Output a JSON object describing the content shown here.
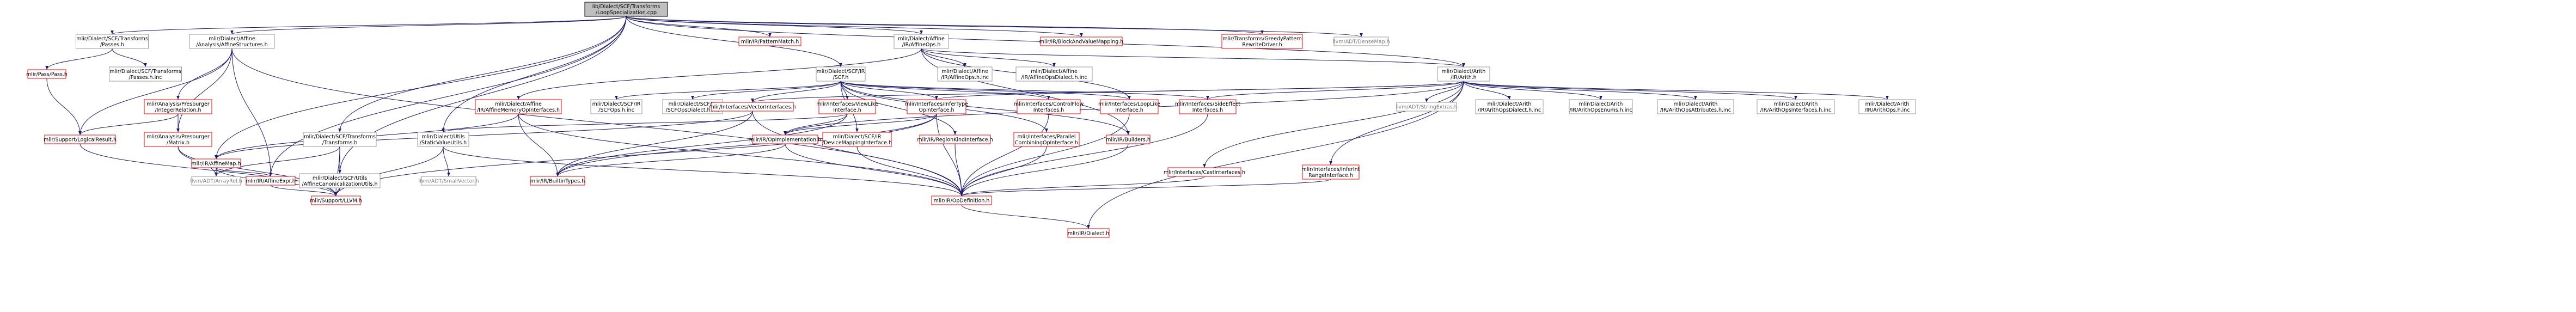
{
  "colors": {
    "root_fill": "#bfbfbf",
    "root_stroke": "#000000",
    "box_fill": "#ffffff",
    "gray_stroke": "#999999",
    "red_stroke": "#ff0000",
    "text_default": "#000000",
    "text_ext": "#7f7f7f",
    "edge": "#191970"
  },
  "nodes": [
    {
      "id": "root",
      "style": "root",
      "lines": [
        "lib/Dialect/SCF/Transforms",
        "/LoopSpecialization.cpp"
      ]
    },
    {
      "id": "scf_passes",
      "style": "gray",
      "lines": [
        "mlir/Dialect/SCF/Transforms",
        "/Passes.h"
      ]
    },
    {
      "id": "pass",
      "style": "red",
      "lines": [
        "mlir/Pass/Pass.h"
      ]
    },
    {
      "id": "scf_passes_inc",
      "style": "gray",
      "lines": [
        "mlir/Dialect/SCF/Transforms",
        "/Passes.h.inc"
      ]
    },
    {
      "id": "affine_struct",
      "style": "gray",
      "lines": [
        "mlir/Dialect/Affine",
        "/Analysis/AffineStructures.h"
      ]
    },
    {
      "id": "presb_intrel",
      "style": "red",
      "lines": [
        "mlir/Analysis/Presburger",
        "/IntegerRelation.h"
      ]
    },
    {
      "id": "presb_matrix",
      "style": "red",
      "lines": [
        "mlir/Analysis/Presburger",
        "/Matrix.h"
      ]
    },
    {
      "id": "logical_result",
      "style": "red",
      "lines": [
        "mlir/Support/LogicalResult.h"
      ]
    },
    {
      "id": "array_ref",
      "style": "ext",
      "lines": [
        "llvm/ADT/ArrayRef.h"
      ]
    },
    {
      "id": "support_llvm",
      "style": "red",
      "lines": [
        "mlir/Support/LLVM.h"
      ]
    },
    {
      "id": "affine_expr",
      "style": "red",
      "lines": [
        "mlir/IR/AffineExpr.h"
      ]
    },
    {
      "id": "affine_map",
      "style": "red",
      "lines": [
        "mlir/IR/AffineMap.h"
      ]
    },
    {
      "id": "scf_transforms",
      "style": "gray",
      "lines": [
        "mlir/Dialect/SCF/Transforms",
        "/Transforms.h"
      ]
    },
    {
      "id": "scf_utils",
      "style": "gray",
      "lines": [
        "mlir/Dialect/SCF/Utils",
        "/AffineCanonicalizationUtils.h"
      ]
    },
    {
      "id": "static_value_utils",
      "style": "gray",
      "lines": [
        "mlir/Dialect/Utils",
        "/StaticValueUtils.h"
      ]
    },
    {
      "id": "small_vector",
      "style": "ext",
      "lines": [
        "llvm/ADT/SmallVector.h"
      ]
    },
    {
      "id": "builtin_types",
      "style": "red",
      "lines": [
        "mlir/IR/BuiltinTypes.h"
      ]
    },
    {
      "id": "op_definition",
      "style": "red",
      "lines": [
        "mlir/IR/OpDefinition.h"
      ]
    },
    {
      "id": "dialect",
      "style": "red",
      "lines": [
        "mlir/IR/Dialect.h"
      ]
    },
    {
      "id": "pattern_match",
      "style": "red",
      "lines": [
        "mlir/IR/PatternMatch.h"
      ]
    },
    {
      "id": "affine_ops",
      "style": "gray",
      "lines": [
        "mlir/Dialect/Affine",
        "/IR/AffineOps.h"
      ]
    },
    {
      "id": "block_and_value_mapping",
      "style": "red",
      "lines": [
        "mlir/IR/BlockAndValueMapping.h"
      ]
    },
    {
      "id": "greedy_rewrite",
      "style": "red",
      "lines": [
        "mlir/Transforms/GreedyPattern",
        "RewriteDriver.h"
      ]
    },
    {
      "id": "dense_map",
      "style": "ext",
      "lines": [
        "llvm/ADT/DenseMap.h"
      ]
    },
    {
      "id": "scf_h",
      "style": "gray",
      "lines": [
        "mlir/Dialect/SCF/IR",
        "/SCF.h"
      ]
    },
    {
      "id": "affine_ops_inc",
      "style": "gray",
      "lines": [
        "mlir/Dialect/Affine",
        "/IR/AffineOps.h.inc"
      ]
    },
    {
      "id": "affine_ops_dialect_inc",
      "style": "gray",
      "lines": [
        "mlir/Dialect/Affine",
        "/IR/AffineOpsDialect.h.inc"
      ]
    },
    {
      "id": "arith_h",
      "style": "gray",
      "lines": [
        "mlir/Dialect/Arith",
        "/IR/Arith.h"
      ]
    },
    {
      "id": "affine_mem_op_ifaces",
      "style": "red",
      "lines": [
        "mlir/Dialect/Affine",
        "/IR/AffineMemoryOpInterfaces.h"
      ]
    },
    {
      "id": "scf_ops_inc",
      "style": "gray",
      "lines": [
        "mlir/Dialect/SCF/IR",
        "/SCFOps.h.inc"
      ]
    },
    {
      "id": "scf_ops_dialect_inc",
      "style": "gray",
      "lines": [
        "mlir/Dialect/SCF/IR",
        "/SCFOpsDialect.h.inc"
      ]
    },
    {
      "id": "vector_ifaces",
      "style": "red",
      "lines": [
        "mlir/Interfaces/VectorInterfaces.h"
      ]
    },
    {
      "id": "viewlike_iface",
      "style": "red",
      "lines": [
        "mlir/Interfaces/ViewLike",
        "Interface.h"
      ]
    },
    {
      "id": "infer_type_iface",
      "style": "red",
      "lines": [
        "mlir/Interfaces/InferType",
        "OpInterface.h"
      ]
    },
    {
      "id": "op_impl",
      "style": "red",
      "lines": [
        "mlir/IR/OpImplementation.h"
      ]
    },
    {
      "id": "device_mapping_iface",
      "style": "red",
      "lines": [
        "mlir/Dialect/SCF/IR",
        "/DeviceMappingInterface.h"
      ]
    },
    {
      "id": "region_kind_iface",
      "style": "red",
      "lines": [
        "mlir/IR/RegionKindInterface.h"
      ]
    },
    {
      "id": "parallel_combining_iface",
      "style": "red",
      "lines": [
        "mlir/Interfaces/Parallel",
        "CombiningOpInterface.h"
      ]
    },
    {
      "id": "control_flow_ifaces",
      "style": "red",
      "lines": [
        "mlir/Interfaces/ControlFlow",
        "Interfaces.h"
      ]
    },
    {
      "id": "builders",
      "style": "red",
      "lines": [
        "mlir/IR/Builders.h"
      ]
    },
    {
      "id": "looplike_iface",
      "style": "red",
      "lines": [
        "mlir/Interfaces/LoopLike",
        "Interface.h"
      ]
    },
    {
      "id": "side_effect_ifaces",
      "style": "red",
      "lines": [
        "mlir/Interfaces/SideEffect",
        "Interfaces.h"
      ]
    },
    {
      "id": "cast_ifaces",
      "style": "red",
      "lines": [
        "mlir/Interfaces/CastInterfaces.h"
      ]
    },
    {
      "id": "infer_int_range_iface",
      "style": "red",
      "lines": [
        "mlir/Interfaces/InferInt",
        "RangeInterface.h"
      ]
    },
    {
      "id": "string_extras",
      "style": "ext",
      "lines": [
        "llvm/ADT/StringExtras.h"
      ]
    },
    {
      "id": "arith_ops_dialect_inc",
      "style": "gray",
      "lines": [
        "mlir/Dialect/Arith",
        "/IR/ArithOpsDialect.h.inc"
      ]
    },
    {
      "id": "arith_ops_enums_inc",
      "style": "gray",
      "lines": [
        "mlir/Dialect/Arith",
        "/IR/ArithOpsEnums.h.inc"
      ]
    },
    {
      "id": "arith_ops_attrs_inc",
      "style": "gray",
      "lines": [
        "mlir/Dialect/Arith",
        "/IR/ArithOpsAttributes.h.inc"
      ]
    },
    {
      "id": "arith_ops_ifaces_inc",
      "style": "gray",
      "lines": [
        "mlir/Dialect/Arith",
        "/IR/ArithOpsInterfaces.h.inc"
      ]
    },
    {
      "id": "arith_ops_inc",
      "style": "gray",
      "lines": [
        "mlir/Dialect/Arith",
        "/IR/ArithOps.h.inc"
      ]
    }
  ],
  "edges": [
    [
      "root",
      "scf_passes"
    ],
    [
      "root",
      "affine_struct"
    ],
    [
      "root",
      "scf_transforms"
    ],
    [
      "root",
      "scf_utils"
    ],
    [
      "root",
      "affine_map"
    ],
    [
      "root",
      "affine_expr"
    ],
    [
      "root",
      "pattern_match"
    ],
    [
      "root",
      "affine_ops"
    ],
    [
      "root",
      "block_and_value_mapping"
    ],
    [
      "root",
      "greedy_rewrite"
    ],
    [
      "root",
      "dense_map"
    ],
    [
      "root",
      "scf_h"
    ],
    [
      "root",
      "arith_h"
    ],
    [
      "root",
      "static_value_utils"
    ],
    [
      "scf_passes",
      "pass"
    ],
    [
      "scf_passes",
      "scf_passes_inc"
    ],
    [
      "pass",
      "logical_result"
    ],
    [
      "affine_struct",
      "presb_intrel"
    ],
    [
      "affine_struct",
      "presb_matrix"
    ],
    [
      "affine_struct",
      "logical_result"
    ],
    [
      "affine_struct",
      "affine_expr"
    ],
    [
      "affine_struct",
      "op_definition"
    ],
    [
      "presb_intrel",
      "presb_matrix"
    ],
    [
      "presb_intrel",
      "logical_result"
    ],
    [
      "presb_matrix",
      "array_ref"
    ],
    [
      "presb_matrix",
      "support_llvm"
    ],
    [
      "logical_result",
      "support_llvm"
    ],
    [
      "affine_map",
      "array_ref"
    ],
    [
      "affine_map",
      "affine_expr"
    ],
    [
      "affine_map",
      "support_llvm"
    ],
    [
      "affine_expr",
      "support_llvm"
    ],
    [
      "scf_transforms",
      "array_ref"
    ],
    [
      "scf_transforms",
      "scf_utils"
    ],
    [
      "scf_transforms",
      "support_llvm"
    ],
    [
      "scf_utils",
      "support_llvm"
    ],
    [
      "static_value_utils",
      "small_vector"
    ],
    [
      "static_value_utils",
      "support_llvm"
    ],
    [
      "static_value_utils",
      "op_definition"
    ],
    [
      "op_definition",
      "dialect"
    ],
    [
      "affine_ops",
      "affine_mem_op_ifaces"
    ],
    [
      "affine_ops",
      "affine_ops_inc"
    ],
    [
      "affine_ops",
      "affine_ops_dialect_inc"
    ],
    [
      "affine_ops",
      "arith_h"
    ],
    [
      "affine_ops",
      "builders"
    ],
    [
      "affine_ops",
      "looplike_iface"
    ],
    [
      "affine_mem_op_ifaces",
      "affine_map"
    ],
    [
      "affine_mem_op_ifaces",
      "builtin_types"
    ],
    [
      "affine_mem_op_ifaces",
      "op_definition"
    ],
    [
      "scf_h",
      "scf_ops_inc"
    ],
    [
      "scf_h",
      "scf_ops_dialect_inc"
    ],
    [
      "scf_h",
      "vector_ifaces"
    ],
    [
      "scf_h",
      "viewlike_iface"
    ],
    [
      "scf_h",
      "infer_type_iface"
    ],
    [
      "scf_h",
      "device_mapping_iface"
    ],
    [
      "scf_h",
      "region_kind_iface"
    ],
    [
      "scf_h",
      "parallel_combining_iface"
    ],
    [
      "scf_h",
      "control_flow_ifaces"
    ],
    [
      "scf_h",
      "builders"
    ],
    [
      "scf_h",
      "looplike_iface"
    ],
    [
      "scf_h",
      "side_effect_ifaces"
    ],
    [
      "vector_ifaces",
      "affine_map"
    ],
    [
      "vector_ifaces",
      "builtin_types"
    ],
    [
      "vector_ifaces",
      "op_definition"
    ],
    [
      "viewlike_iface",
      "static_value_utils"
    ],
    [
      "viewlike_iface",
      "builtin_types"
    ],
    [
      "viewlike_iface",
      "op_impl"
    ],
    [
      "infer_type_iface",
      "builtin_types"
    ],
    [
      "infer_type_iface",
      "op_impl"
    ],
    [
      "infer_type_iface",
      "support_llvm"
    ],
    [
      "infer_type_iface",
      "op_definition"
    ],
    [
      "op_impl",
      "builtin_types"
    ],
    [
      "op_impl",
      "op_definition"
    ],
    [
      "device_mapping_iface",
      "op_definition"
    ],
    [
      "region_kind_iface",
      "op_definition"
    ],
    [
      "parallel_combining_iface",
      "op_definition"
    ],
    [
      "control_flow_ifaces",
      "op_definition"
    ],
    [
      "builders",
      "op_definition"
    ],
    [
      "looplike_iface",
      "op_definition"
    ],
    [
      "side_effect_ifaces",
      "op_definition"
    ],
    [
      "arith_h",
      "cast_ifaces"
    ],
    [
      "arith_h",
      "infer_int_range_iface"
    ],
    [
      "arith_h",
      "string_extras"
    ],
    [
      "arith_h",
      "arith_ops_dialect_inc"
    ],
    [
      "arith_h",
      "arith_ops_enums_inc"
    ],
    [
      "arith_h",
      "arith_ops_attrs_inc"
    ],
    [
      "arith_h",
      "arith_ops_ifaces_inc"
    ],
    [
      "arith_h",
      "arith_ops_inc"
    ],
    [
      "arith_h",
      "infer_type_iface"
    ],
    [
      "arith_h",
      "vector_ifaces"
    ],
    [
      "arith_h",
      "side_effect_ifaces"
    ],
    [
      "arith_h",
      "op_impl"
    ],
    [
      "arith_h",
      "dialect"
    ],
    [
      "cast_ifaces",
      "op_definition"
    ],
    [
      "infer_int_range_iface",
      "op_definition"
    ]
  ]
}
